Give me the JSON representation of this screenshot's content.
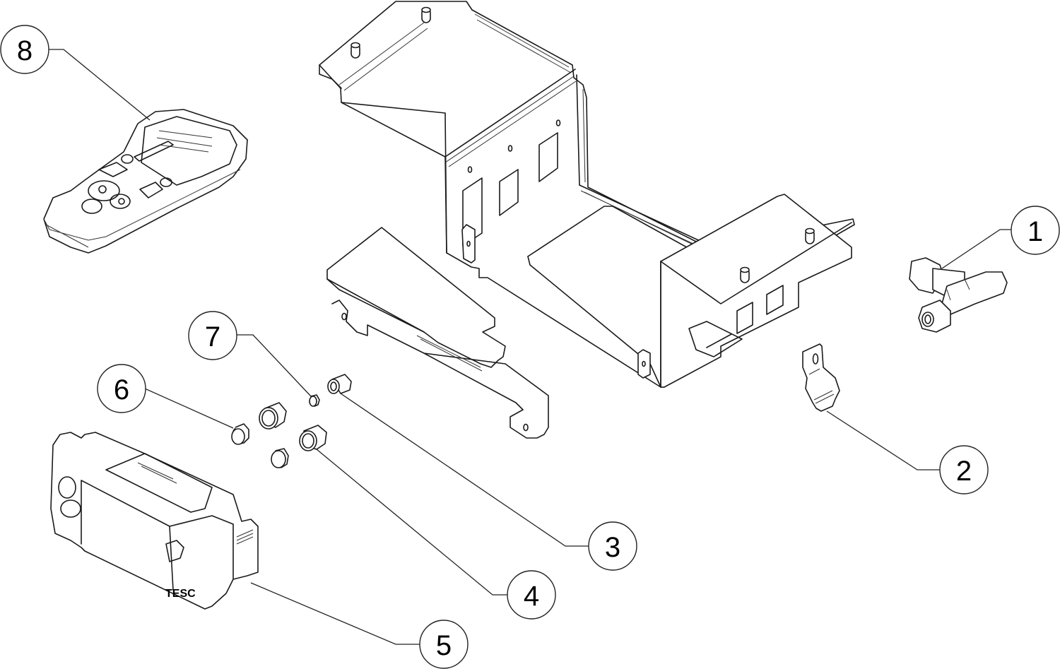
{
  "diagram": {
    "type": "exploded-parts-drawing",
    "callouts": [
      {
        "number": "1",
        "part": "elbow-fitting"
      },
      {
        "number": "2",
        "part": "bracket-clip"
      },
      {
        "number": "3",
        "part": "small-nut"
      },
      {
        "number": "4",
        "part": "compression-nut"
      },
      {
        "number": "5",
        "part": "controller-module"
      },
      {
        "number": "6",
        "part": "olive-ring"
      },
      {
        "number": "7",
        "part": "small-olive"
      },
      {
        "number": "8",
        "part": "remote-control"
      }
    ],
    "module_label": "TESC"
  }
}
